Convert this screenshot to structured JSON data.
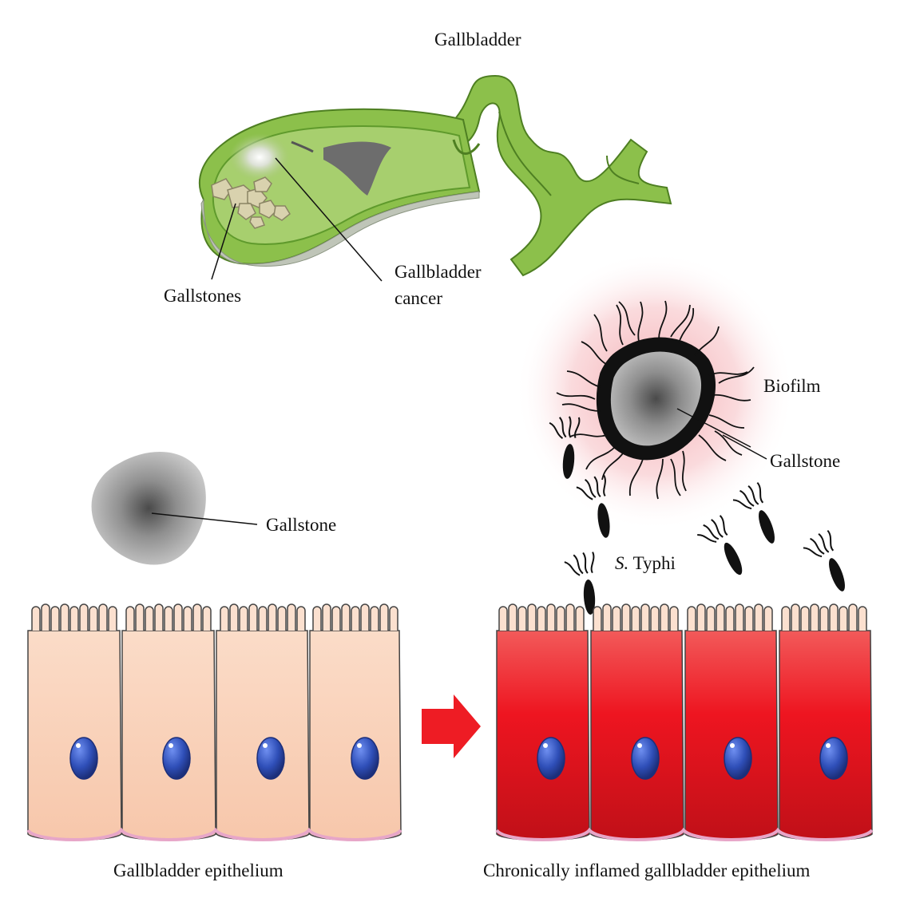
{
  "labels": {
    "gallbladder_title": "Gallbladder",
    "gallstones": "Gallstones",
    "gallbladder_cancer_line1": "Gallbladder",
    "gallbladder_cancer_line2": "cancer",
    "biofilm": "Biofilm",
    "gallstone_biofilm": "Gallstone",
    "gallstone_left": "Gallstone",
    "typhi_prefix": "S.",
    "typhi_name": "Typhi",
    "epithelium_normal": "Gallbladder epithelium",
    "epithelium_inflamed": "Chronically inflamed gallbladder epithelium"
  },
  "colors": {
    "gallbladder_green": "#8cc04b",
    "gallbladder_dark_green": "#5f9a2c",
    "normal_cell": "#f9cdb3",
    "inflamed_cell": "#e8121a",
    "nucleus": "#2f4fb8",
    "arrow": "#ee1c24",
    "bacteria": "#111111",
    "gallstone_gray": "#8a8a8a"
  },
  "icons": {
    "transition_arrow": "right-arrow-icon",
    "bacterium": "bacterium-icon"
  }
}
